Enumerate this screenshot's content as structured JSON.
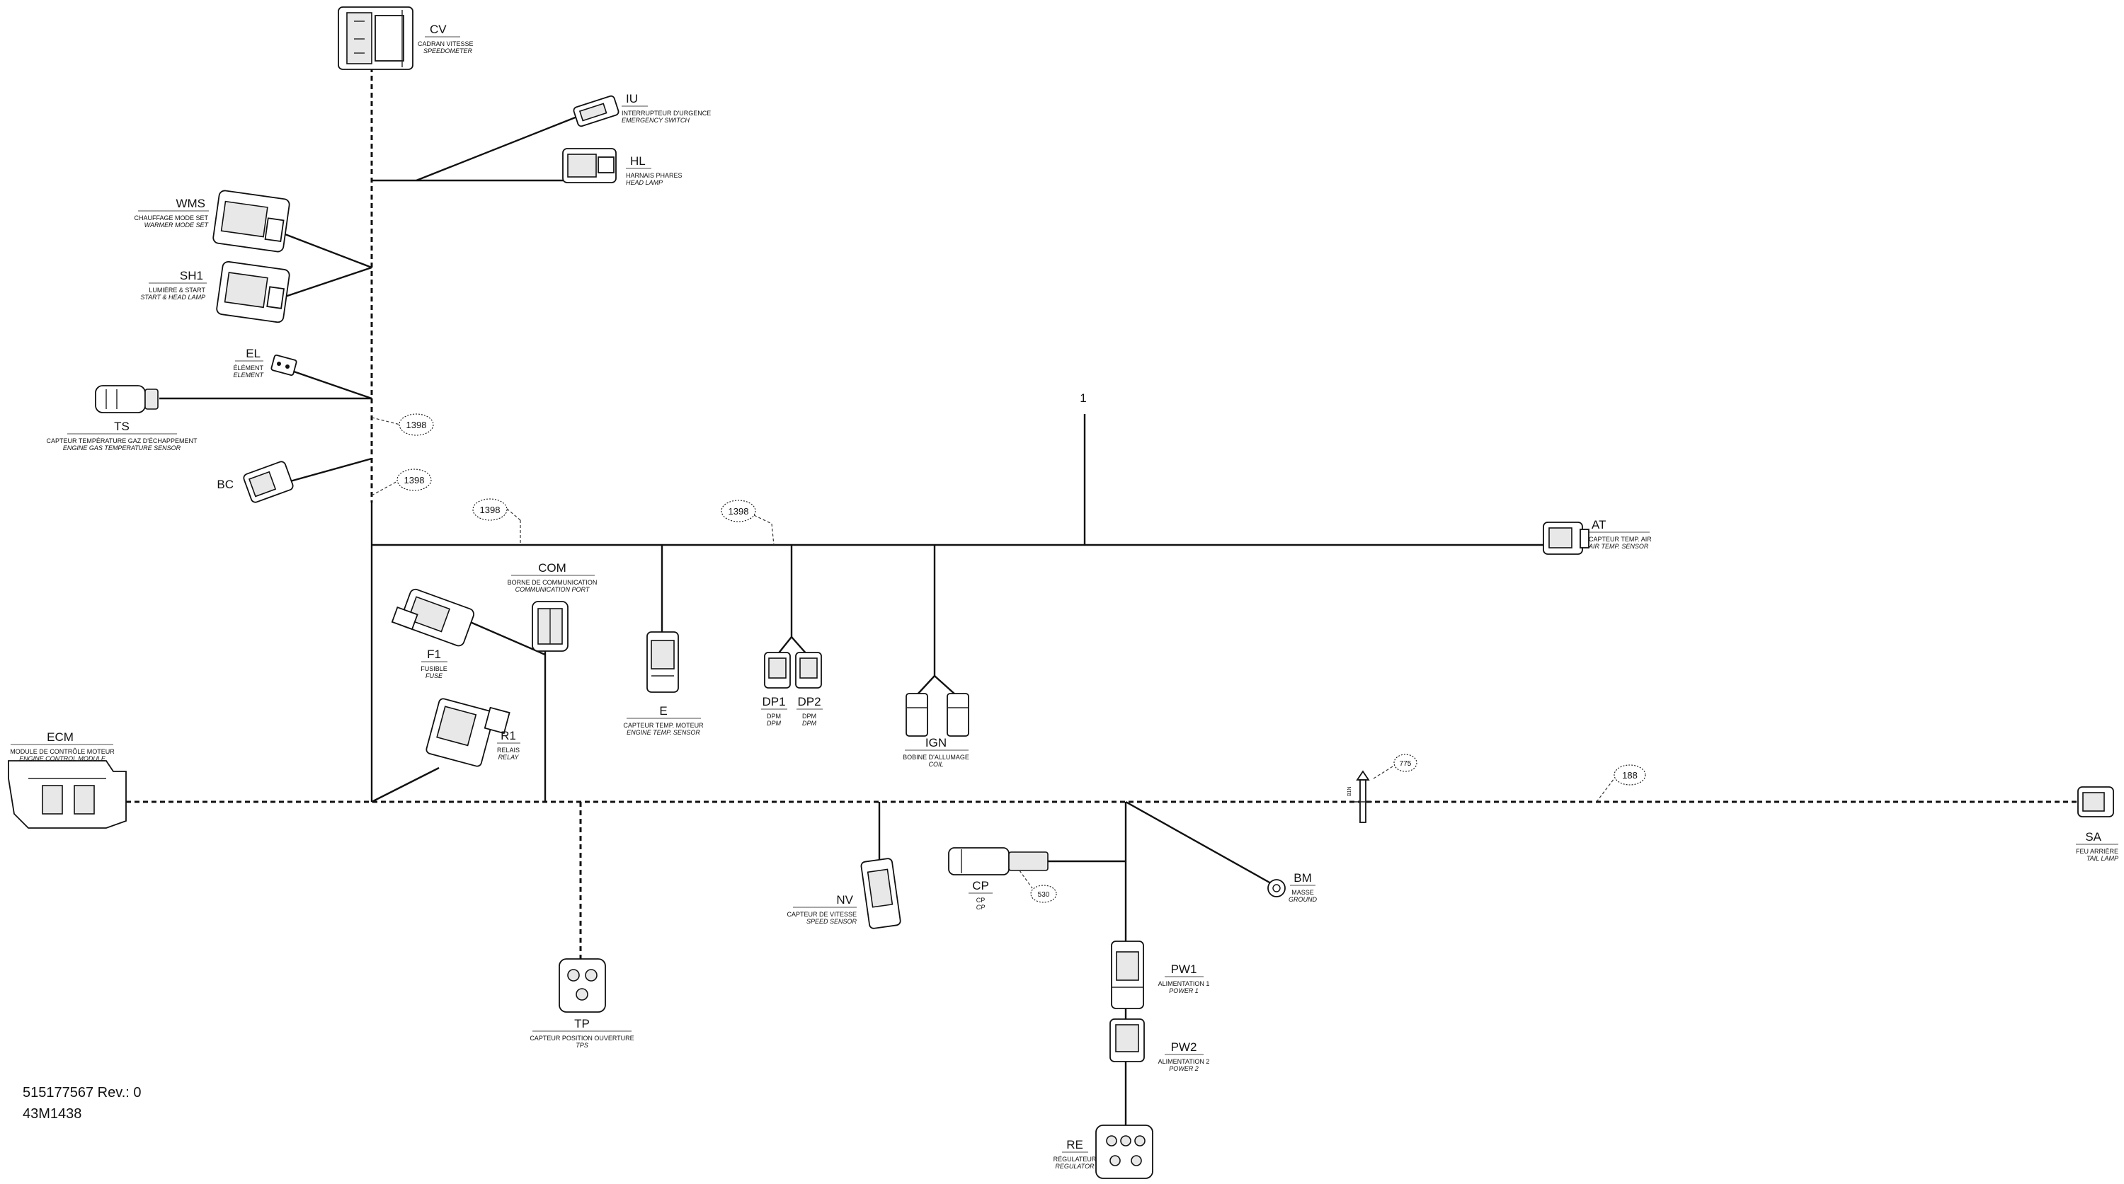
{
  "components": {
    "CV": {
      "code": "CV",
      "fr": "CADRAN VITESSE",
      "en": "SPEEDOMETER"
    },
    "IU": {
      "code": "IU",
      "fr": "INTERRUPTEUR D'URGENCE",
      "en": "EMERGENCY SWITCH"
    },
    "HL": {
      "code": "HL",
      "fr": "HARNAIS PHARES",
      "en": "HEAD LAMP"
    },
    "WMS": {
      "code": "WMS",
      "fr": "CHAUFFAGE MODE SET",
      "en": "WARMER MODE SET"
    },
    "SH1": {
      "code": "SH1",
      "fr": "LUMIÈRE & START",
      "en": "START & HEAD LAMP"
    },
    "EL": {
      "code": "EL",
      "fr": "ÉLÉMENT",
      "en": "ELEMENT"
    },
    "TS": {
      "code": "TS",
      "fr": "CAPTEUR TEMPÉRATURE GAZ D'ÉCHAPPEMENT",
      "en": "ENGINE GAS TEMPERATURE SENSOR"
    },
    "BC": {
      "code": "BC"
    },
    "COM": {
      "code": "COM",
      "fr": "BORNE DE COMMUNICATION",
      "en": "COMMUNICATION PORT"
    },
    "F1": {
      "code": "F1",
      "fr": "FUSIBLE",
      "en": "FUSE"
    },
    "R1": {
      "code": "R1",
      "fr": "RELAIS",
      "en": "RELAY"
    },
    "E": {
      "code": "E",
      "fr": "CAPTEUR TEMP. MOTEUR",
      "en": "ENGINE TEMP. SENSOR"
    },
    "DP1": {
      "code": "DP1",
      "fr": "DPM",
      "en": "DPM"
    },
    "DP2": {
      "code": "DP2",
      "fr": "DPM",
      "en": "DPM"
    },
    "IGN": {
      "code": "IGN",
      "fr": "BOBINE D'ALLUMAGE",
      "en": "COIL"
    },
    "AT": {
      "code": "AT",
      "fr": "CAPTEUR TEMP. AIR",
      "en": "AIR TEMP. SENSOR"
    },
    "ECM": {
      "code": "ECM",
      "fr": "MODULE DE CONTRÔLE MOTEUR",
      "en": "ENGINE CONTROL MODULE"
    },
    "TP": {
      "code": "TP",
      "fr": "CAPTEUR POSITION OUVERTURE",
      "en": "TPS"
    },
    "NV": {
      "code": "NV",
      "fr": "CAPTEUR DE VITESSE",
      "en": "SPEED SENSOR"
    },
    "CP": {
      "code": "CP",
      "fr": "CP",
      "en": "CP"
    },
    "BM": {
      "code": "BM",
      "fr": "MASSE",
      "en": "GROUND"
    },
    "PW1": {
      "code": "PW1",
      "fr": "ALIMENTATION 1",
      "en": "POWER 1"
    },
    "PW2": {
      "code": "PW2",
      "fr": "ALIMENTATION 2",
      "en": "POWER 2"
    },
    "RE": {
      "code": "RE",
      "fr": "RÉGULATEUR",
      "en": "REGULATOR"
    },
    "SA": {
      "code": "SA",
      "fr": "FEU ARRIÈRE",
      "en": "TAIL LAMP"
    }
  },
  "refs": {
    "r1398a": "1398",
    "r1398b": "1398",
    "r1398c": "1398",
    "r1398d": "1398",
    "r775": "775",
    "r188": "188",
    "r530": "530",
    "branch_1": "1",
    "clip": "B1N"
  },
  "footer": {
    "part_number": "515177567 Rev.: 0",
    "drawing_id": "43M1438"
  }
}
